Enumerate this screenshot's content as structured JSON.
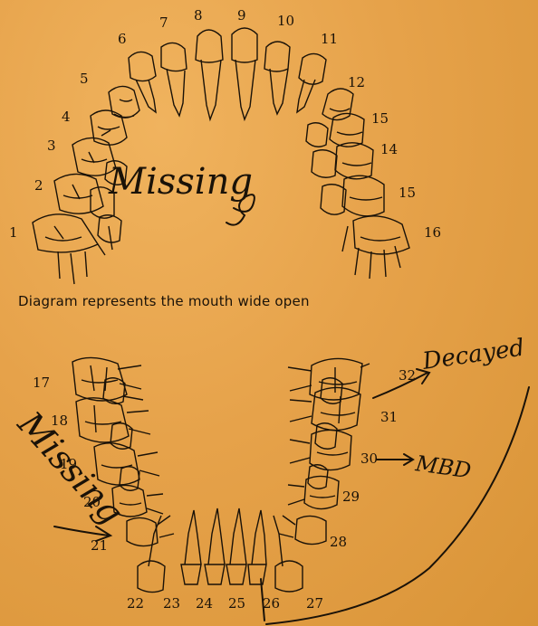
{
  "upper_numbers": [
    "1",
    "2",
    "3",
    "4",
    "5",
    "6",
    "7",
    "8",
    "9",
    "10",
    "11",
    "12",
    "15",
    "14",
    "15",
    "16"
  ],
  "lower_numbers": [
    "17",
    "18",
    "19",
    "20",
    "21",
    "22",
    "23",
    "24",
    "25",
    "26",
    "27",
    "28",
    "29",
    "30",
    "31",
    "32"
  ],
  "caption": "Diagram represents the mouth wide open",
  "annotations": {
    "upper_missing": "Missing",
    "lower_missing": "Missing",
    "decayed": "Decayed",
    "mbd": "MBD"
  },
  "colors": {
    "paper": "#e6a24a",
    "ink": "#1a1208"
  }
}
